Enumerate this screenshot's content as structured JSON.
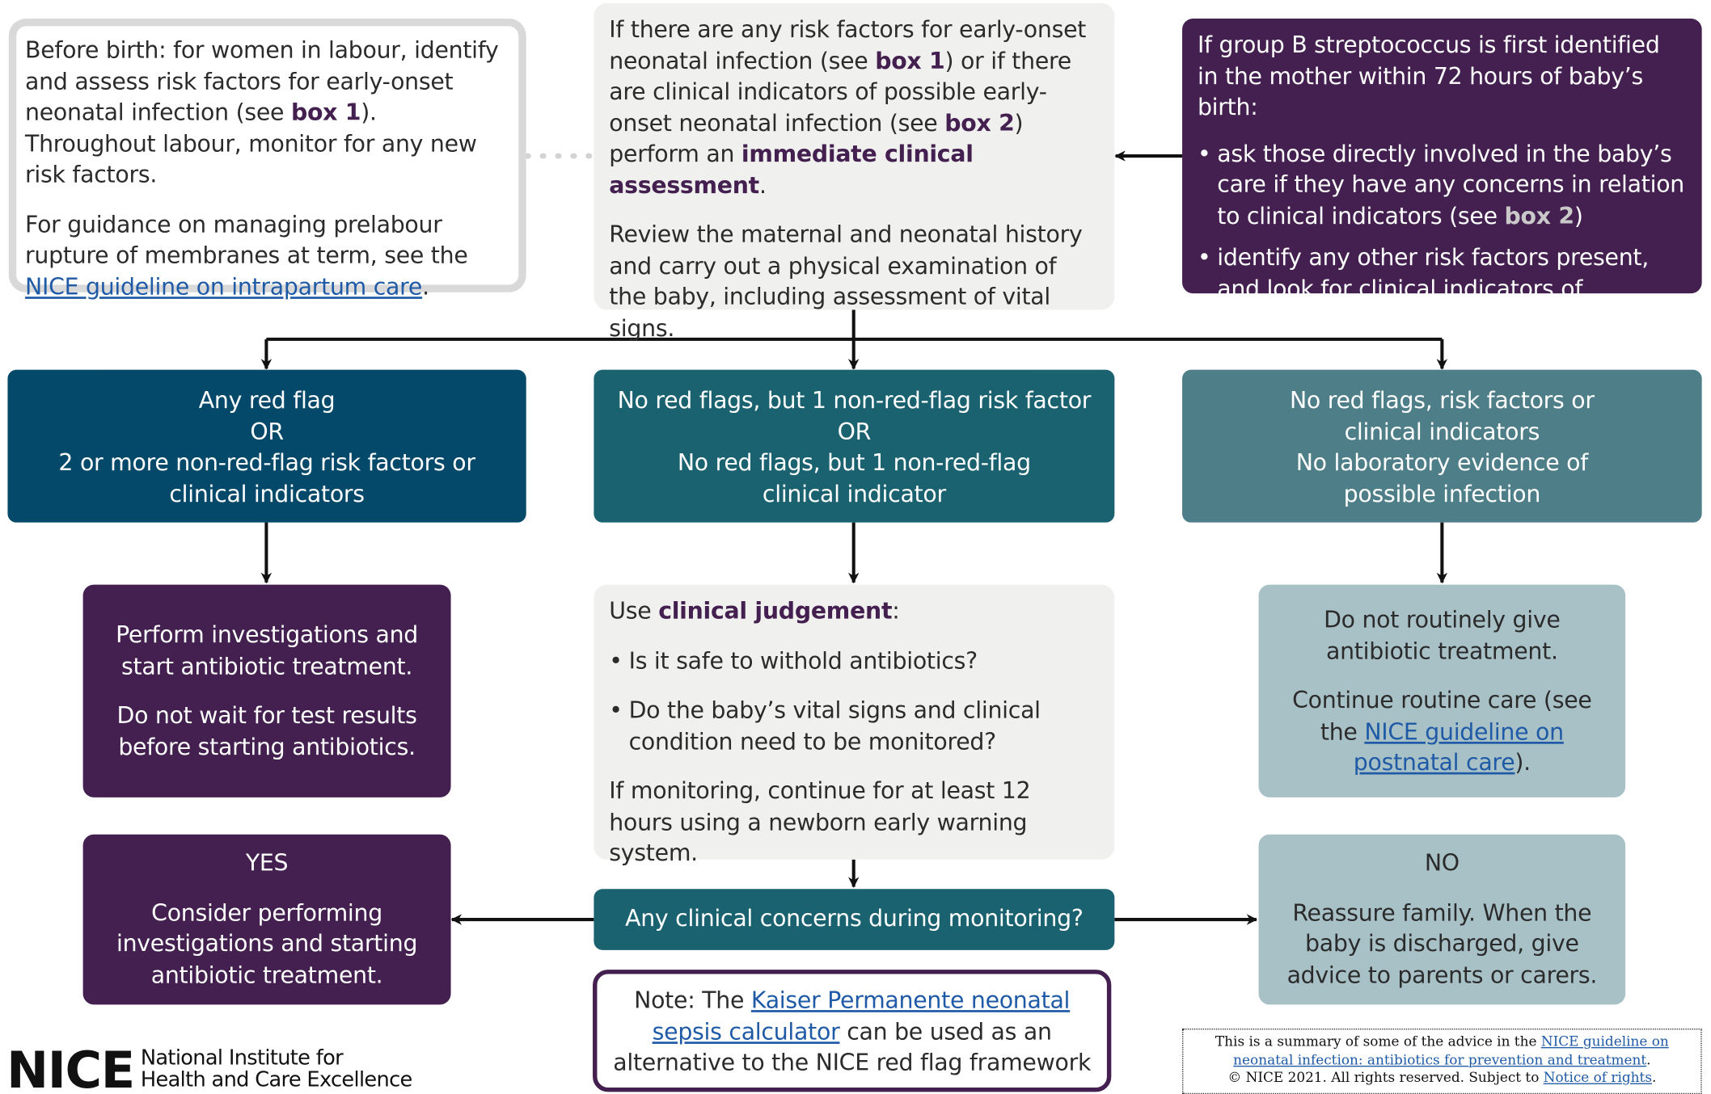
{
  "intro_box": {
    "p1_a": "Before birth: for women in labour, identify and assess risk factors for early-onset neonatal infection (see ",
    "p1_box": "box 1",
    "p1_b": "). Throughout labour, monitor for any new risk factors.",
    "p2_a": "For guidance on managing prelabour rupture of membranes at term, see the ",
    "p2_link": "NICE guideline on intrapartum care",
    "p2_b": "."
  },
  "assessment_box": {
    "p1_a": "If there are any risk factors for early-onset neonatal infection (see ",
    "p1_box1": "box 1",
    "p1_b": ") or if there are clinical indicators of possible early-onset neonatal infection (see ",
    "p1_box2": "box 2",
    "p1_c": ") perform an ",
    "p1_em": "immediate clinical assessment",
    "p1_d": ".",
    "p2": "Review the maternal and neonatal history and carry out a physical examination of the baby, including assessment of vital signs."
  },
  "gbs_box": {
    "intro": "If group B streptococcus is first identified in the mother within 72 hours of baby’s birth:",
    "bullet1_a": "ask those directly involved in the baby’s care if they have any concerns in relation to clinical indicators (see ",
    "bullet1_box": "box 2",
    "bullet1_b": ")",
    "bullet2": "identify any other risk factors present, and look for clinical indicators of infection."
  },
  "branch_left": {
    "line1": "Any red flag",
    "line2": "OR",
    "line3": "2 or more non-red-flag risk factors or clinical indicators"
  },
  "branch_middle": {
    "line1": "No red flags, but 1 non-red-flag risk factor",
    "line2": "OR",
    "line3": "No red flags, but 1 non-red-flag clinical indicator"
  },
  "branch_right": {
    "line1": "No red flags, risk factors or clinical indicators",
    "line2": "No laboratory evidence of possible infection"
  },
  "action_left": {
    "p1": "Perform investigations and start antibiotic treatment.",
    "p2": "Do not wait for test results before starting antibiotics."
  },
  "judgement_box": {
    "lead_a": "Use ",
    "lead_em": "clinical judgement",
    "lead_b": ":",
    "bullet1": "Is it safe to withold antibiotics?",
    "bullet2": "Do the baby’s vital signs and clinical condition need to be monitored?",
    "closing": "If monitoring, continue for at least 12 hours using a newborn early warning system."
  },
  "action_right": {
    "p1": "Do not routinely give antibiotic treatment.",
    "p2_a": "Continue routine care (see the ",
    "p2_link": "NICE guideline on postnatal care",
    "p2_b": ")."
  },
  "yes_box": {
    "label": "YES",
    "text": "Consider performing investigations and starting antibiotic treatment."
  },
  "monitoring_question": "Any clinical concerns during monitoring?",
  "no_box": {
    "label": "NO",
    "text": "Reassure family. When the baby is discharged, give advice to parents or carers."
  },
  "note_box": {
    "a": "Note: The ",
    "link": "Kaiser Permanente neonatal sepsis calculator",
    "b": " can be used as an alternative to the NICE red flag framework"
  },
  "logo": {
    "mark": "NICE",
    "line1": "National Institute for",
    "line2": "Health and Care Excellence"
  },
  "footer": {
    "a": "This is a summary of some of the advice in the ",
    "link1": "NICE guideline on neonatal infection: antibiotics for prevention and treatment",
    "b": ".",
    "c": "© NICE 2021. All rights reserved. Subject to ",
    "link2": "Notice of rights",
    "d": "."
  },
  "colors": {
    "purple": "#43204f",
    "teal_dark": "#04496a",
    "teal_mid": "#1a6270",
    "teal_light": "#4e7e88",
    "pale_teal": "#a8c1c7",
    "grey": "#f0f0ef",
    "link": "#1f5aa6"
  }
}
